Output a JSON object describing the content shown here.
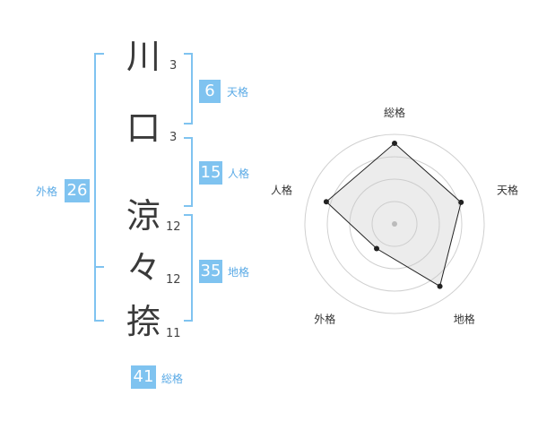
{
  "name_chars": [
    {
      "char": "川",
      "strokes": "3"
    },
    {
      "char": "口",
      "strokes": "3"
    },
    {
      "char": "涼",
      "strokes": "12"
    },
    {
      "char": "々",
      "strokes": "12"
    },
    {
      "char": "捺",
      "strokes": "11"
    }
  ],
  "fortunes": {
    "tenkaku": {
      "value": "6",
      "label": "天格"
    },
    "jinkaku": {
      "value": "15",
      "label": "人格"
    },
    "chikaku": {
      "value": "35",
      "label": "地格"
    },
    "gaikaku": {
      "value": "26",
      "label": "外格"
    },
    "soukaku": {
      "value": "41",
      "label": "総格"
    }
  },
  "colors": {
    "accent": "#7fc3f0",
    "accent_text": "#5aaae6",
    "text": "#333333"
  },
  "chart_data": {
    "type": "radar",
    "axes": [
      "総格",
      "天格",
      "地格",
      "外格",
      "人格"
    ],
    "values": [
      0.9,
      0.78,
      0.86,
      0.34,
      0.8
    ],
    "range": [
      0,
      1
    ],
    "rings": 4
  }
}
